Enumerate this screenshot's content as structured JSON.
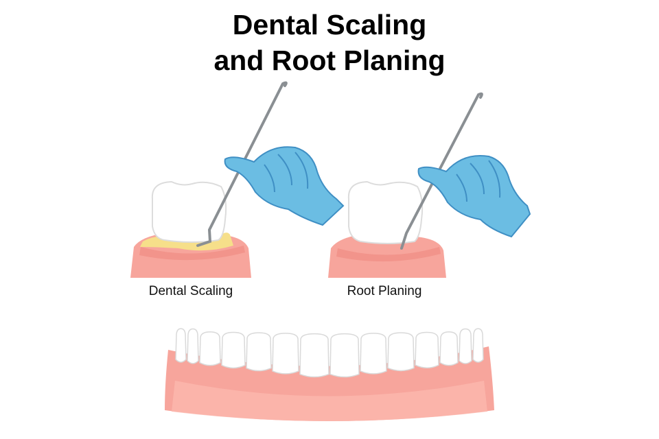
{
  "title": {
    "line1": "Dental Scaling",
    "line2": "and Root Planing"
  },
  "panels": [
    {
      "label": "Dental Scaling"
    },
    {
      "label": "Root Planing"
    }
  ],
  "colors": {
    "gum": "#f7a59c",
    "gum_dark": "#ee837a",
    "tooth": "#ffffff",
    "tooth_outline": "#dcdcdc",
    "plaque": "#f6df8a",
    "glove": "#6bbde3",
    "glove_dark": "#3f8fc4",
    "instrument": "#8a8f93"
  }
}
